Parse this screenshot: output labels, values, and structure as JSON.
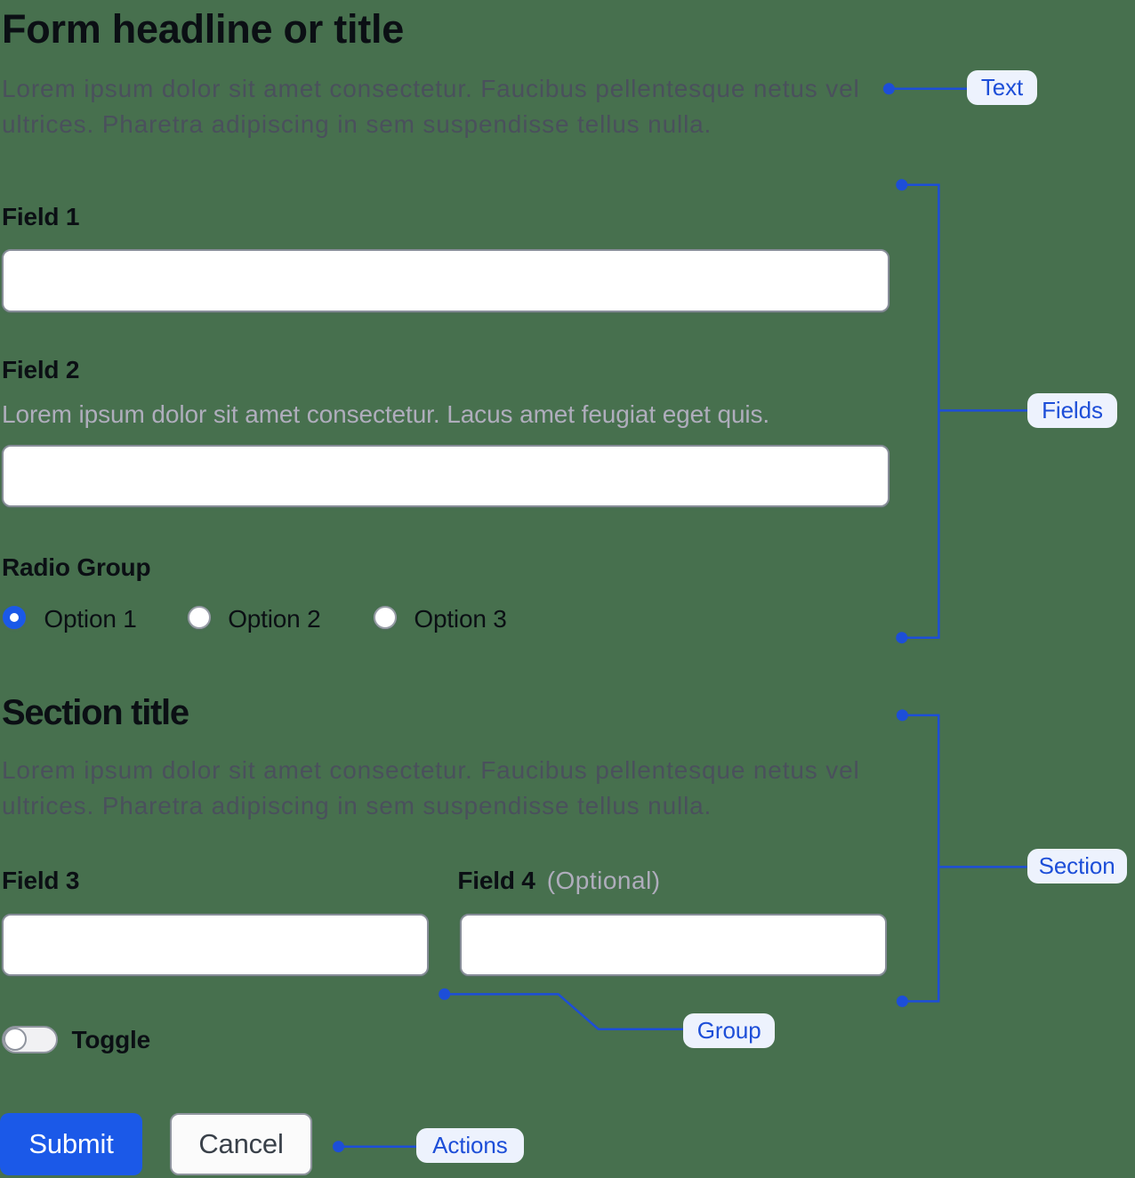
{
  "form": {
    "title": "Form headline or title",
    "intro": "Lorem ipsum dolor sit amet consectetur. Faucibus pellentesque netus vel ultrices. Pharetra adipiscing in sem suspendisse tellus nulla.",
    "field1": {
      "label": "Field 1",
      "value": ""
    },
    "field2": {
      "label": "Field 2",
      "helper": "Lorem ipsum dolor sit amet consectetur. Lacus amet feugiat eget quis.",
      "value": ""
    },
    "radio_group": {
      "label": "Radio Group",
      "options": [
        {
          "label": "Option 1",
          "selected": true
        },
        {
          "label": "Option 2",
          "selected": false
        },
        {
          "label": "Option 3",
          "selected": false
        }
      ]
    },
    "section": {
      "title": "Section title",
      "text": "Lorem ipsum dolor sit amet consectetur. Faucibus pellentesque netus vel ultrices. Pharetra adipiscing in sem suspendisse tellus nulla.",
      "field3": {
        "label": "Field 3",
        "value": ""
      },
      "field4": {
        "label": "Field 4",
        "optional_hint": "(Optional)",
        "value": ""
      },
      "toggle": {
        "label": "Toggle",
        "state": "off"
      }
    },
    "actions": {
      "submit_label": "Submit",
      "cancel_label": "Cancel"
    }
  },
  "annotations": {
    "text": "Text",
    "fields": "Fields",
    "section": "Section",
    "group": "Group",
    "actions": "Actions"
  },
  "colors": {
    "background": "#47704E",
    "annotation_blue": "#1D4ED8",
    "annotation_pill_bg": "#EDF2FD",
    "primary_blue": "#1B59E8",
    "text_dark": "#0B0F14",
    "text_muted": "#4B5563",
    "text_faint": "#AFADBC",
    "input_border": "#878D98"
  }
}
